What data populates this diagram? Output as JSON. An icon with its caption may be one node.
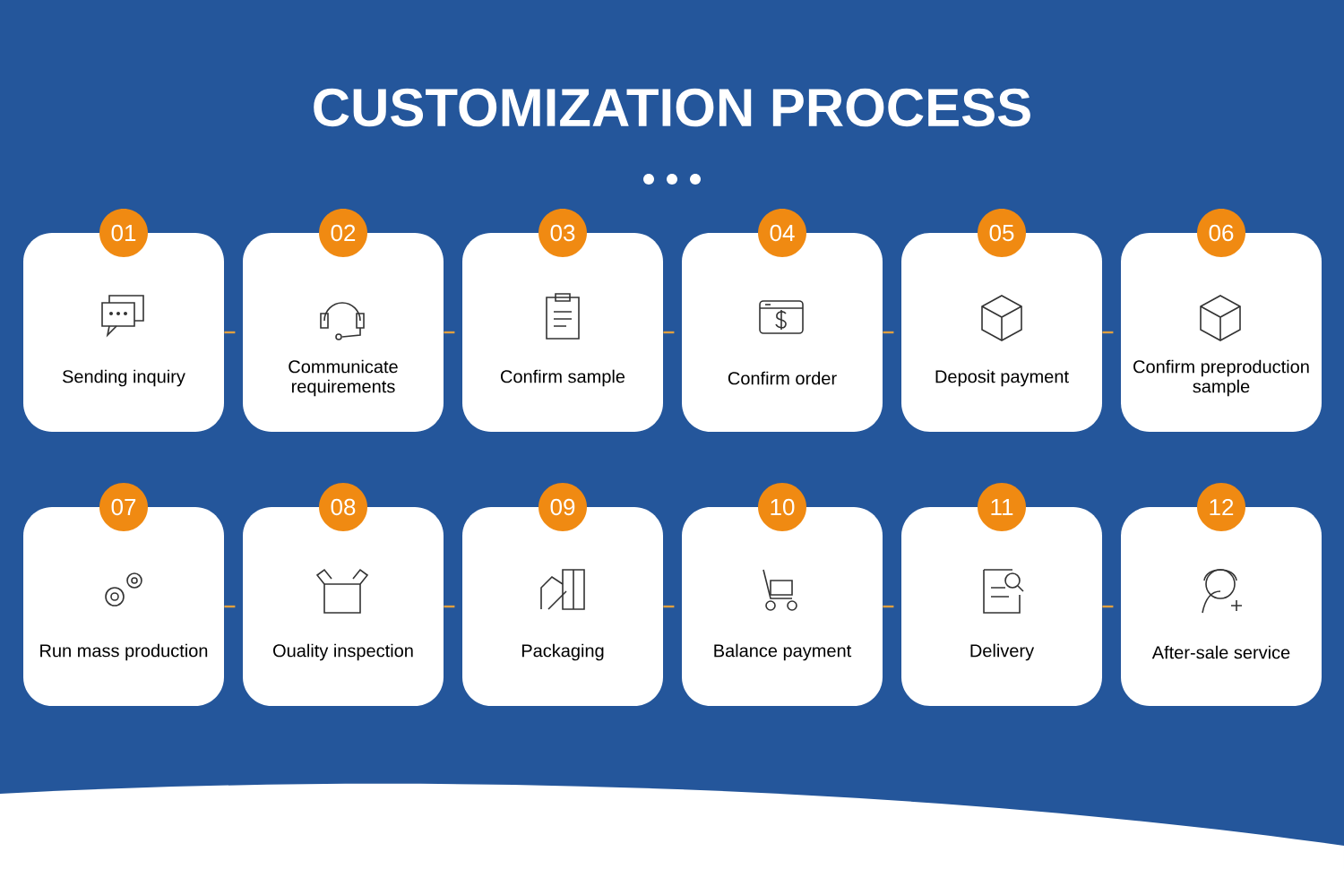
{
  "diagram": {
    "title": "CUSTOMIZATION PROCESS",
    "nodes": [
      {
        "text": [
          "01",
          "Sending inquiry"
        ]
      },
      {
        "text": [
          "02",
          "Communicate requirements"
        ]
      },
      {
        "text": [
          "03",
          "Confirm sample"
        ]
      },
      {
        "text": [
          "04",
          "Confirm order"
        ]
      },
      {
        "text": [
          "05",
          "Deposit payment"
        ]
      },
      {
        "text": [
          "06",
          "Confirm preproduction sample"
        ]
      },
      {
        "text": [
          "07",
          "Run mass production"
        ]
      },
      {
        "text": [
          "08",
          "Ouality inspection"
        ]
      },
      {
        "text": [
          "09",
          "Packaging"
        ]
      },
      {
        "text": [
          "10",
          "Balance payment"
        ]
      },
      {
        "text": [
          "11",
          "Delivery"
        ]
      },
      {
        "text": [
          "12",
          "After-sale service"
        ]
      }
    ],
    "edges": [
      {
        "from": 0,
        "to": 1,
        "arrow": "none",
        "style": "dashed"
      },
      {
        "from": 1,
        "to": 2,
        "arrow": "none",
        "style": "dashed"
      },
      {
        "from": 2,
        "to": 3,
        "arrow": "none",
        "style": "dashed"
      },
      {
        "from": 3,
        "to": 4,
        "arrow": "none",
        "style": "dashed"
      },
      {
        "from": 4,
        "to": 5,
        "arrow": "none",
        "style": "dashed"
      },
      {
        "from": 6,
        "to": 7,
        "arrow": "none",
        "style": "dashed"
      },
      {
        "from": 7,
        "to": 8,
        "arrow": "none",
        "style": "dashed"
      },
      {
        "from": 8,
        "to": 9,
        "arrow": "none",
        "style": "dashed"
      },
      {
        "from": 9,
        "to": 10,
        "arrow": "none",
        "style": "dashed"
      },
      {
        "from": 10,
        "to": 11,
        "arrow": "none",
        "style": "dashed"
      }
    ]
  }
}
